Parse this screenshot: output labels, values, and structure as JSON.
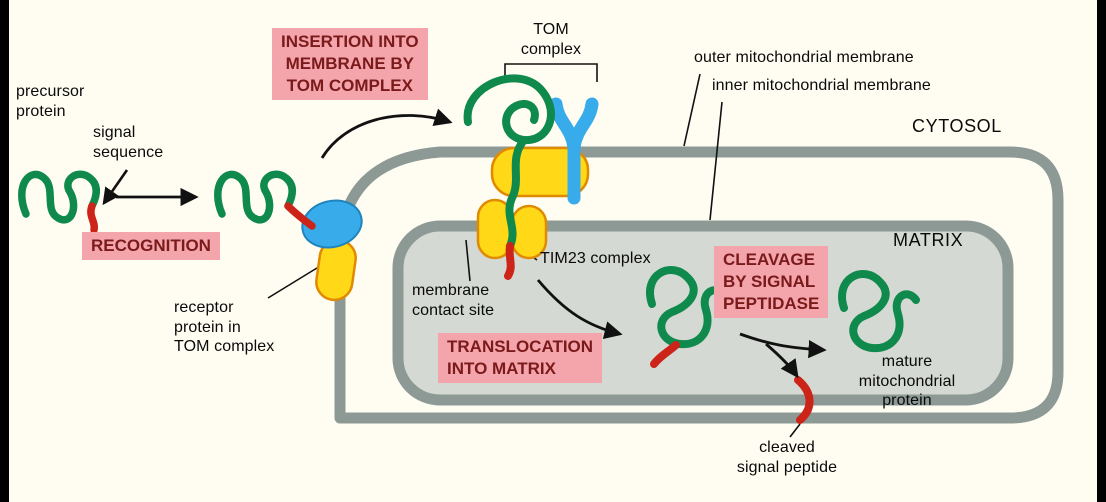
{
  "figure": {
    "description": "Protein import into mitochondria via TOM and TIM23 complexes"
  },
  "labels": {
    "precursor_protein": "precursor\nprotein",
    "signal_sequence": "signal\nsequence",
    "receptor_protein": "receptor\nprotein in\nTOM complex",
    "tom_complex": "TOM\ncomplex",
    "outer_membrane": "outer mitochondrial membrane",
    "inner_membrane": "inner mitochondrial membrane",
    "cytosol": "CYTOSOL",
    "matrix": "MATRIX",
    "tim23_complex": "TIM23 complex",
    "membrane_contact_site": "membrane\ncontact site",
    "mature_protein": "mature\nmitochondrial\nprotein",
    "cleaved_signal_peptide": "cleaved\nsignal peptide"
  },
  "stages": {
    "recognition": "RECOGNITION",
    "insertion": "INSERTION INTO\nMEMBRANE BY\nTOM COMPLEX",
    "translocation": "TRANSLOCATION\nINTO MATRIX",
    "cleavage": "CLEAVAGE\nBY SIGNAL\nPEPTIDASE"
  },
  "colors": {
    "background": "#fffdf2",
    "membrane_gray": "#8d9995",
    "matrix_fill": "#d5d9d3",
    "protein_green": "#0f8a4c",
    "signal_red": "#cc2418",
    "receptor_blue": "#38acea",
    "complex_yellow": "#ffd917",
    "complex_yellow_outline": "#e08a00",
    "highlight_pink": "#f4a5ab",
    "stage_text": "#7a1a1a",
    "text_black": "#0a0a0a"
  }
}
